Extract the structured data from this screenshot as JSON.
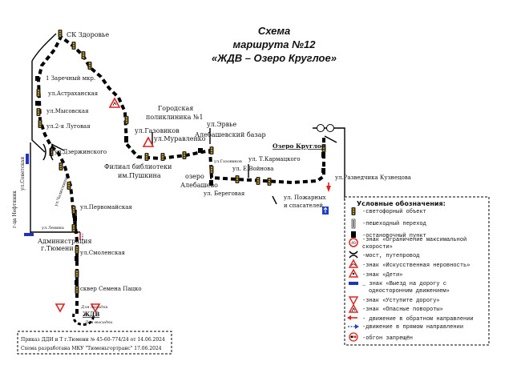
{
  "title": {
    "line1": "Схема",
    "line2": "маршрута №12",
    "line3": "«ЖДВ – Озеро Круглое»"
  },
  "labels": {
    "sk_zdorovie": "СК Здоровье",
    "zarechny": "1 Заречный мкр.",
    "astrakhanskaya": "ул.Астраханская",
    "mysovskaya": "ул.Мысовская",
    "lugovaya": "ул.2-я Луговая",
    "polyclinic1": "Городская",
    "polyclinic2": "поликлиника №1",
    "gazovikov": "ул.Газовиков",
    "muravlenko": "ул.Муравленко",
    "erve": "ул.Эрвье",
    "alebashev_bazar": "Алебашевский базар",
    "dzerzhinskogo": "ул.Дзержинского",
    "sovetskaya": "ул.Советская",
    "chelyuskintsev": "ул.Челюскинцев",
    "neftyanikov": "г-ца Нефтяник",
    "pervomayskaya": "ул.Первомайская",
    "lenina": "ул.Ленина",
    "admin1": "Администрация",
    "admin2": "г.Тюмени",
    "library1": "Филиал библиотеки",
    "library2": "им.Пушкина",
    "lake1": "озеро",
    "lake2": "Алебашево",
    "beregovaya": "ул. Береговая",
    "gazovikov_small": "ул.Газовиков",
    "karmatsky": "ул. Т.Кармацкого",
    "voinova": "ул. Е.Войнова",
    "ozero_krugloe": "Озеро Круглое",
    "kuznetsova": "ул.Разведчика Кузнецова",
    "fire1": "ул. Пожарных",
    "fire2": "и спасателей",
    "smolenskaya": "ул.Смоленская",
    "patsko": "сквер Семена Пацко",
    "zhdv": "ЖДВ",
    "dlya_posadki": "Для посадки",
    "dlya_vysadki": "Для высадки"
  },
  "legend": {
    "heading": "Условные обозначения:",
    "items": [
      {
        "icon": "traffic-light-icon",
        "text": "-светофорный объект"
      },
      {
        "icon": "pedestrian-crossing-icon",
        "text": "-пешеходный переход"
      },
      {
        "icon": "bus-stop-icon",
        "text": "-остановочный пункт"
      },
      {
        "icon": "speed-limit-icon",
        "text": "-знак «Ограничение максимальной",
        "text2": "скорости»"
      },
      {
        "icon": "bridge-icon",
        "text": "-мост, путепровод"
      },
      {
        "icon": "uneven-road-icon",
        "text": "-знак «Искусственная неровность»"
      },
      {
        "icon": "children-icon",
        "text": "-знак «Дети»"
      },
      {
        "icon": "one-way-exit-icon",
        "text": "_ знак «Выезд на дорогу с",
        "text2": "односторонним движением»"
      },
      {
        "icon": "yield-icon",
        "text": "-знак «Уступите дорогу»"
      },
      {
        "icon": "dangerous-turns-icon",
        "text": "-знак «Опасные повороты»"
      },
      {
        "icon": "reverse-direction-icon",
        "text": "- движение в обратном направлении"
      },
      {
        "icon": "forward-direction-icon",
        "text": "-движение в прямом направлении"
      },
      {
        "icon": "no-overtaking-icon",
        "text": "-обгон запрещён"
      }
    ],
    "speed_value": "40"
  },
  "footer": {
    "line1": "Приказ ДДИ и Т г.Тюмени № 45-60-774/24 от 14.06.2024",
    "line2": "Схема разработана МКУ \"Тюменьгортранс\" 17.06.2024"
  },
  "colors": {
    "route": "#000000",
    "sign_red": "#e0201c",
    "one_way_blue": "#2233bb",
    "arrow_blue": "#1f3fbf"
  }
}
